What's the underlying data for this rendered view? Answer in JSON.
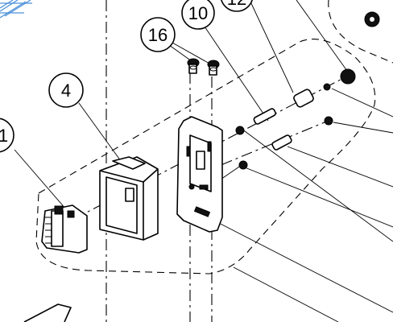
{
  "callouts": [
    {
      "id": "callout-10",
      "label": "10"
    },
    {
      "id": "callout-12",
      "label": "12"
    },
    {
      "id": "callout-16",
      "label": "16"
    },
    {
      "id": "callout-4",
      "label": "4"
    },
    {
      "id": "callout-1",
      "label": "1"
    }
  ],
  "colors": {
    "ink": "#000000",
    "accent": "#4a90d9",
    "paper": "#ffffff"
  }
}
